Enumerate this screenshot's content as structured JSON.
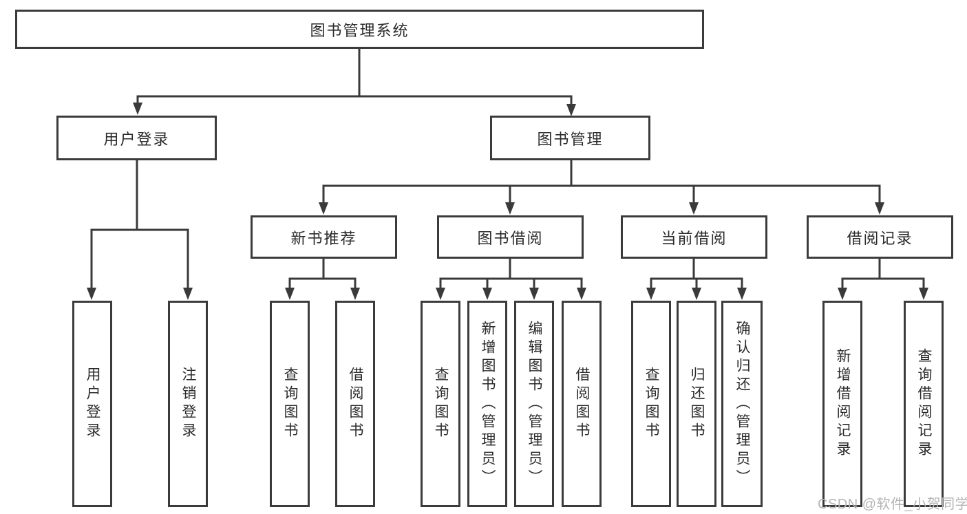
{
  "diagram": {
    "type": "tree-structure-diagram",
    "colors": {
      "background": "#ffffff",
      "box_border": "#3b3b3b",
      "connector_line": "#3a3a3a",
      "text": "#2b2b2b",
      "watermark_text": "#b5b5b5"
    }
  },
  "watermark": {
    "text": "CSDN @软件_小贺同学"
  },
  "tree": {
    "root": "图书管理系统",
    "children": [
      {
        "label": "用户登录",
        "children": [
          "用户登录",
          "注销登录"
        ]
      },
      {
        "label": "图书管理",
        "children": [
          {
            "label": "新书推荐",
            "children": [
              "查询图书",
              "借阅图书"
            ]
          },
          {
            "label": "图书借阅",
            "children": [
              "查询图书",
              "新增图书（管理员）",
              "编辑图书（管理员）",
              "借阅图书"
            ]
          },
          {
            "label": "当前借阅",
            "children": [
              "查询图书",
              "归还图书",
              "确认归还（管理员）"
            ]
          },
          {
            "label": "借阅记录",
            "children": [
              "新增借阅记录",
              "查询借阅记录"
            ]
          }
        ]
      }
    ]
  }
}
